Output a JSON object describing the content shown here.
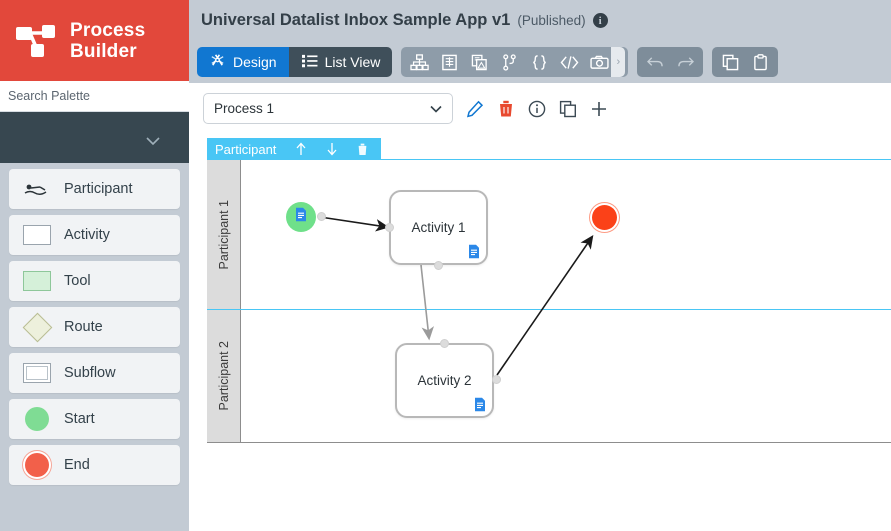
{
  "brand": {
    "name_line1": "Process",
    "name_line2": "Builder",
    "logo_icon": "process-diagram-icon",
    "color": "#e2483b"
  },
  "search": {
    "placeholder": "Search Palette",
    "value": ""
  },
  "palette": {
    "collapse_icon": "chevron-down-icon",
    "items": [
      {
        "label": "Participant",
        "icon": "swimlane-icon",
        "shape": "swimmer"
      },
      {
        "label": "Activity",
        "icon": "rectangle-icon",
        "shape": "rect"
      },
      {
        "label": "Tool",
        "icon": "tool-rectangle-icon",
        "shape": "tool"
      },
      {
        "label": "Route",
        "icon": "diamond-icon",
        "shape": "diamond"
      },
      {
        "label": "Subflow",
        "icon": "subflow-rectangle-icon",
        "shape": "sub"
      },
      {
        "label": "Start",
        "icon": "start-circle-icon",
        "shape": "start"
      },
      {
        "label": "End",
        "icon": "end-circle-icon",
        "shape": "end"
      }
    ],
    "collapse_handle_icon": "chevron-left-icon"
  },
  "header": {
    "title": "Universal Datalist Inbox Sample App v1",
    "status": "(Published)",
    "info_icon": "info-icon",
    "info_label": "i"
  },
  "toolbar": {
    "view_tabs": [
      {
        "label": "Design",
        "icon": "design-compass-icon",
        "active": true
      },
      {
        "label": "List View",
        "icon": "list-view-icon",
        "active": false
      }
    ],
    "tools": [
      {
        "name": "hierarchy-icon"
      },
      {
        "name": "form-icon"
      },
      {
        "name": "copy-document-icon"
      },
      {
        "name": "branch-icon"
      },
      {
        "name": "braces-icon"
      },
      {
        "name": "code-icon"
      },
      {
        "name": "camera-icon"
      }
    ],
    "scroll_more_icon": "chevron-right-icon",
    "history": [
      {
        "name": "undo-icon"
      },
      {
        "name": "redo-icon"
      }
    ],
    "clipboard": [
      {
        "name": "copy-icon"
      },
      {
        "name": "paste-icon"
      }
    ]
  },
  "process": {
    "selected": "Process 1",
    "dropdown_icon": "chevron-down-icon",
    "actions": [
      {
        "name": "edit-pencil-icon",
        "color": "#1177d1"
      },
      {
        "name": "delete-trash-icon",
        "color": "#e8492f"
      },
      {
        "name": "info-circle-icon",
        "color": "#3c4a54"
      },
      {
        "name": "duplicate-icon",
        "color": "#3c4a54"
      },
      {
        "name": "add-plus-icon",
        "color": "#3c4a54"
      }
    ]
  },
  "diagram": {
    "lane_toolbar": {
      "label": "Participant",
      "actions": [
        {
          "name": "move-up-icon",
          "glyph": "↑"
        },
        {
          "name": "move-down-icon",
          "glyph": "↓"
        },
        {
          "name": "delete-lane-icon",
          "glyph": "trash"
        }
      ]
    },
    "lanes": [
      {
        "label": "Participant 1"
      },
      {
        "label": "Participant 2"
      }
    ],
    "nodes": [
      {
        "id": "start",
        "type": "start",
        "label": "",
        "lane": 0
      },
      {
        "id": "activity1",
        "type": "activity",
        "label": "Activity 1",
        "lane": 0,
        "doc_icon": "document-icon"
      },
      {
        "id": "end",
        "type": "end",
        "label": "",
        "lane": 0
      },
      {
        "id": "activity2",
        "type": "activity",
        "label": "Activity 2",
        "lane": 1,
        "doc_icon": "document-icon"
      }
    ],
    "edges": [
      {
        "from": "start",
        "to": "activity1",
        "color": "#1a1a1a"
      },
      {
        "from": "activity1",
        "to": "activity2",
        "color": "#9b9b9b"
      },
      {
        "from": "activity2",
        "to": "end",
        "color": "#1a1a1a"
      }
    ]
  }
}
